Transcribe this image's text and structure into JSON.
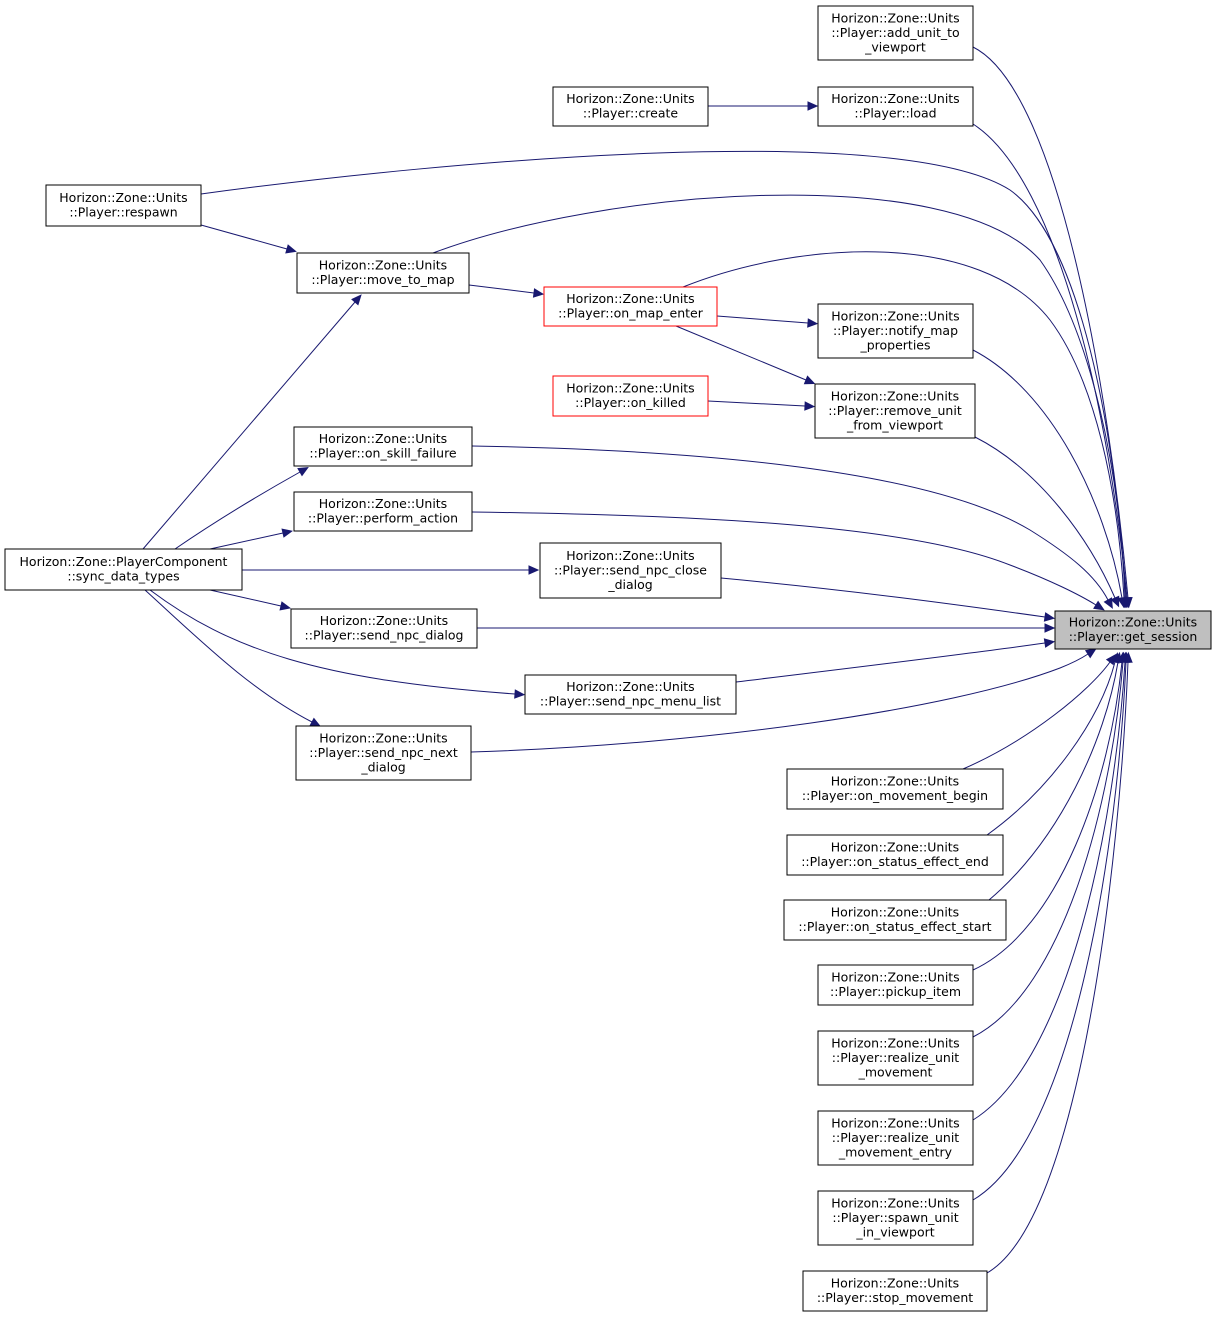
{
  "graph": {
    "nodes": [
      {
        "id": "get_session",
        "style": "focus",
        "lines": [
          "Horizon::Zone::Units",
          "::Player::get_session"
        ]
      },
      {
        "id": "add_unit_to_viewport",
        "style": "normal",
        "lines": [
          "Horizon::Zone::Units",
          "::Player::add_unit_to",
          "_viewport"
        ]
      },
      {
        "id": "create",
        "style": "normal",
        "lines": [
          "Horizon::Zone::Units",
          "::Player::create"
        ]
      },
      {
        "id": "load",
        "style": "normal",
        "lines": [
          "Horizon::Zone::Units",
          "::Player::load"
        ]
      },
      {
        "id": "respawn",
        "style": "normal",
        "lines": [
          "Horizon::Zone::Units",
          "::Player::respawn"
        ]
      },
      {
        "id": "move_to_map",
        "style": "normal",
        "lines": [
          "Horizon::Zone::Units",
          "::Player::move_to_map"
        ]
      },
      {
        "id": "on_map_enter",
        "style": "red",
        "lines": [
          "Horizon::Zone::Units",
          "::Player::on_map_enter"
        ]
      },
      {
        "id": "notify_map_properties",
        "style": "normal",
        "lines": [
          "Horizon::Zone::Units",
          "::Player::notify_map",
          "_properties"
        ]
      },
      {
        "id": "on_killed",
        "style": "red",
        "lines": [
          "Horizon::Zone::Units",
          "::Player::on_killed"
        ]
      },
      {
        "id": "remove_unit_from_viewport",
        "style": "normal",
        "lines": [
          "Horizon::Zone::Units",
          "::Player::remove_unit",
          "_from_viewport"
        ]
      },
      {
        "id": "on_skill_failure",
        "style": "normal",
        "lines": [
          "Horizon::Zone::Units",
          "::Player::on_skill_failure"
        ]
      },
      {
        "id": "perform_action",
        "style": "normal",
        "lines": [
          "Horizon::Zone::Units",
          "::Player::perform_action"
        ]
      },
      {
        "id": "sync_data_types",
        "style": "normal",
        "lines": [
          "Horizon::Zone::PlayerComponent",
          "::sync_data_types"
        ]
      },
      {
        "id": "send_npc_close_dialog",
        "style": "normal",
        "lines": [
          "Horizon::Zone::Units",
          "::Player::send_npc_close",
          "_dialog"
        ]
      },
      {
        "id": "send_npc_dialog",
        "style": "normal",
        "lines": [
          "Horizon::Zone::Units",
          "::Player::send_npc_dialog"
        ]
      },
      {
        "id": "send_npc_menu_list",
        "style": "normal",
        "lines": [
          "Horizon::Zone::Units",
          "::Player::send_npc_menu_list"
        ]
      },
      {
        "id": "send_npc_next_dialog",
        "style": "normal",
        "lines": [
          "Horizon::Zone::Units",
          "::Player::send_npc_next",
          "_dialog"
        ]
      },
      {
        "id": "on_movement_begin",
        "style": "normal",
        "lines": [
          "Horizon::Zone::Units",
          "::Player::on_movement_begin"
        ]
      },
      {
        "id": "on_status_effect_end",
        "style": "normal",
        "lines": [
          "Horizon::Zone::Units",
          "::Player::on_status_effect_end"
        ]
      },
      {
        "id": "on_status_effect_start",
        "style": "normal",
        "lines": [
          "Horizon::Zone::Units",
          "::Player::on_status_effect_start"
        ]
      },
      {
        "id": "pickup_item",
        "style": "normal",
        "lines": [
          "Horizon::Zone::Units",
          "::Player::pickup_item"
        ]
      },
      {
        "id": "realize_unit_movement",
        "style": "normal",
        "lines": [
          "Horizon::Zone::Units",
          "::Player::realize_unit",
          "_movement"
        ]
      },
      {
        "id": "realize_unit_movement_entry",
        "style": "normal",
        "lines": [
          "Horizon::Zone::Units",
          "::Player::realize_unit",
          "_movement_entry"
        ]
      },
      {
        "id": "spawn_unit_in_viewport",
        "style": "normal",
        "lines": [
          "Horizon::Zone::Units",
          "::Player::spawn_unit",
          "_in_viewport"
        ]
      },
      {
        "id": "stop_movement",
        "style": "normal",
        "lines": [
          "Horizon::Zone::Units",
          "::Player::stop_movement"
        ]
      }
    ],
    "edges": [
      {
        "from": "add_unit_to_viewport",
        "to": "get_session"
      },
      {
        "from": "create",
        "to": "load"
      },
      {
        "from": "load",
        "to": "get_session"
      },
      {
        "from": "respawn",
        "to": "get_session"
      },
      {
        "from": "respawn",
        "to": "move_to_map"
      },
      {
        "from": "move_to_map",
        "to": "get_session"
      },
      {
        "from": "move_to_map",
        "to": "on_map_enter"
      },
      {
        "from": "on_map_enter",
        "to": "get_session"
      },
      {
        "from": "on_map_enter",
        "to": "notify_map_properties"
      },
      {
        "from": "on_map_enter",
        "to": "remove_unit_from_viewport"
      },
      {
        "from": "notify_map_properties",
        "to": "get_session"
      },
      {
        "from": "on_killed",
        "to": "remove_unit_from_viewport"
      },
      {
        "from": "remove_unit_from_viewport",
        "to": "get_session"
      },
      {
        "from": "on_skill_failure",
        "to": "get_session"
      },
      {
        "from": "perform_action",
        "to": "get_session"
      },
      {
        "from": "sync_data_types",
        "to": "move_to_map"
      },
      {
        "from": "sync_data_types",
        "to": "on_skill_failure"
      },
      {
        "from": "sync_data_types",
        "to": "perform_action"
      },
      {
        "from": "sync_data_types",
        "to": "send_npc_close_dialog"
      },
      {
        "from": "sync_data_types",
        "to": "send_npc_dialog"
      },
      {
        "from": "sync_data_types",
        "to": "send_npc_menu_list"
      },
      {
        "from": "sync_data_types",
        "to": "send_npc_next_dialog"
      },
      {
        "from": "send_npc_close_dialog",
        "to": "get_session"
      },
      {
        "from": "send_npc_dialog",
        "to": "get_session"
      },
      {
        "from": "send_npc_menu_list",
        "to": "get_session"
      },
      {
        "from": "send_npc_next_dialog",
        "to": "get_session"
      },
      {
        "from": "on_movement_begin",
        "to": "get_session"
      },
      {
        "from": "on_status_effect_end",
        "to": "get_session"
      },
      {
        "from": "on_status_effect_start",
        "to": "get_session"
      },
      {
        "from": "pickup_item",
        "to": "get_session"
      },
      {
        "from": "realize_unit_movement",
        "to": "get_session"
      },
      {
        "from": "realize_unit_movement_entry",
        "to": "get_session"
      },
      {
        "from": "spawn_unit_in_viewport",
        "to": "get_session"
      },
      {
        "from": "stop_movement",
        "to": "get_session"
      }
    ]
  }
}
